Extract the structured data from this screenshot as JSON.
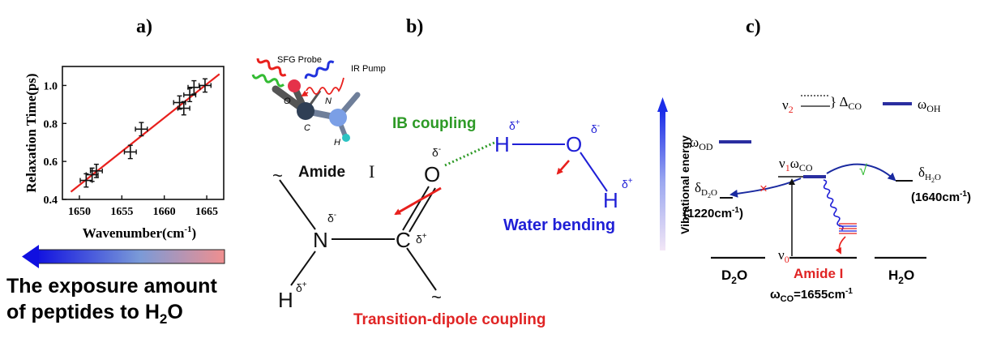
{
  "panel_labels": {
    "a": "a)",
    "b": "b)",
    "c": "c)"
  },
  "colors": {
    "fit_line": "#e8201d",
    "blue_text": "#1f1fd6",
    "red_text": "#e02424",
    "green_text": "#2d9a26",
    "arrow_start": "#1010e0",
    "arrow_end": "#f08f8f"
  },
  "panel_a": {
    "ylabel": "Relaxation Time(ps)",
    "xlabel": "Wavenumber(cm",
    "xlabel_sup": "-1",
    "xlabel_end": ")",
    "caption_line1": "The exposure amount",
    "caption_line2_pre": "of peptides to H",
    "caption_line2_sub": "2",
    "caption_line2_post": "O"
  },
  "chart_data": {
    "type": "scatter",
    "xlabel": "Wavenumber(cm-1)",
    "ylabel": "Relaxation Time(ps)",
    "xlim": [
      1648,
      1667
    ],
    "ylim": [
      0.4,
      1.1
    ],
    "x_ticks": [
      1650,
      1655,
      1660,
      1665
    ],
    "y_ticks": [
      0.4,
      0.6,
      0.8,
      1.0
    ],
    "x_tick_labels": [
      "1650",
      "1655",
      "1660",
      "1665"
    ],
    "y_tick_labels": [
      "0.4",
      "0.6",
      "0.8",
      "1.0"
    ],
    "points": [
      {
        "x": 1650.8,
        "y": 0.5
      },
      {
        "x": 1651.5,
        "y": 0.53
      },
      {
        "x": 1652.0,
        "y": 0.55
      },
      {
        "x": 1656.0,
        "y": 0.65
      },
      {
        "x": 1657.3,
        "y": 0.77
      },
      {
        "x": 1661.8,
        "y": 0.91
      },
      {
        "x": 1662.3,
        "y": 0.88
      },
      {
        "x": 1663.0,
        "y": 0.95
      },
      {
        "x": 1663.5,
        "y": 0.99
      },
      {
        "x": 1664.8,
        "y": 1.0
      }
    ],
    "fit": {
      "x": [
        1649.0,
        1666.5
      ],
      "y": [
        0.44,
        1.06
      ]
    },
    "grid": false
  },
  "panel_b": {
    "sfg_probe": "SFG Probe",
    "ir_pump": "IR Pump",
    "atom_o": "O",
    "atom_n": "N",
    "atom_c": "C",
    "atom_h": "H",
    "ib_coupling": "IB coupling",
    "amide_label": "Amide",
    "amide_numeral": "I",
    "water_bending": "Water bending",
    "transition_dipole": "Transition-dipole coupling",
    "o_atom": "O",
    "c_atom": "C",
    "n_atom": "N",
    "h_nh": "H",
    "h_w1": "H",
    "o_w": "O",
    "h_w2": "H",
    "delta_minus": "δ",
    "minus_sign": "-",
    "delta_plus": "δ",
    "plus_sign": "+",
    "tilde": "~"
  },
  "panel_c": {
    "vib_energy": "Vibrational energy",
    "omega_od": "ω",
    "omega_od_sub": "OD",
    "nu2": "ν",
    "nu2_sub": "2",
    "delta_co": "} Δ",
    "delta_co_sub": "CO",
    "omega_oh": "ω",
    "omega_oh_sub": "OH",
    "nu1": "ν",
    "nu1_sub": "1",
    "omega_co": "ω",
    "omega_co_sub": "CO",
    "delta_d2o": "δ",
    "delta_d2o_sub": "D",
    "delta_d2o_sub2": "2",
    "delta_d2o_sub3": "O",
    "wn_d2o": "(1220cm",
    "wn_d2o_sup": "-1",
    "wn_d2o_end": ")",
    "delta_h2o": "δ",
    "delta_h2o_sub": "H",
    "delta_h2o_sub2": "2",
    "delta_h2o_sub3": "O",
    "wn_h2o": "(1640cm",
    "wn_h2o_sup": "-1",
    "wn_h2o_end": ")",
    "nu0": "ν",
    "nu0_sub": "0",
    "amide_i": "Amide I",
    "d2o": "D",
    "d2o_sub": "2",
    "d2o_end": "O",
    "h2o": "H",
    "h2o_sub": "2",
    "h2o_end": "O",
    "omega_co_value": "ω",
    "omega_co_value_sub": "CO",
    "omega_co_value_end": "=1655cm",
    "omega_co_value_sup": "-1",
    "cross": "×",
    "check": "√"
  }
}
